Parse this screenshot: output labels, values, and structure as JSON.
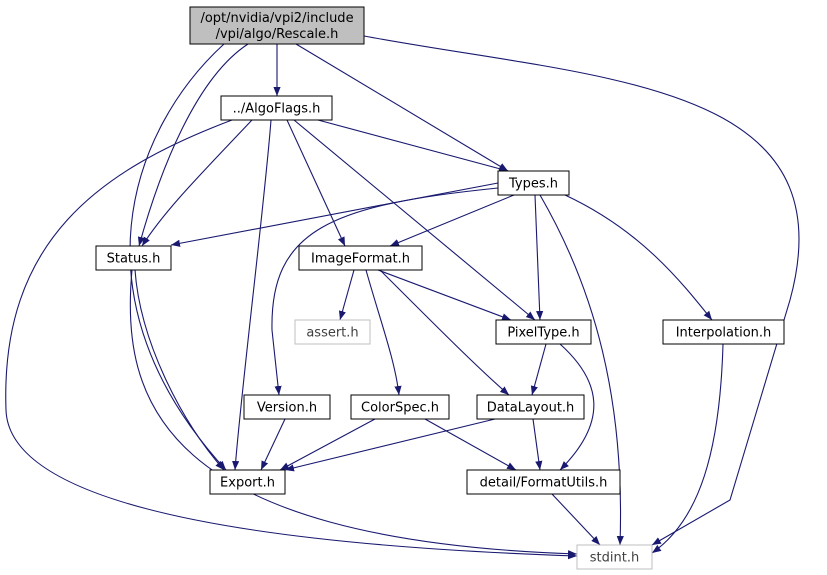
{
  "colors": {
    "edge": "#191970",
    "node_border": "#000000",
    "node_fill": "#ffffff",
    "root_fill": "#bfbfbf",
    "external_border": "#bfbfbf",
    "external_text": "#404040",
    "text": "#000000"
  },
  "nodes": {
    "rescale": {
      "lines": [
        "/opt/nvidia/vpi2/include",
        "/vpi/algo/Rescale.h"
      ],
      "kind": "root"
    },
    "algoflags": {
      "lines": [
        "../AlgoFlags.h"
      ],
      "kind": "normal"
    },
    "types": {
      "lines": [
        "Types.h"
      ],
      "kind": "normal"
    },
    "status": {
      "lines": [
        "Status.h"
      ],
      "kind": "normal"
    },
    "imageformat": {
      "lines": [
        "ImageFormat.h"
      ],
      "kind": "normal"
    },
    "assert": {
      "lines": [
        "assert.h"
      ],
      "kind": "external"
    },
    "pixeltype": {
      "lines": [
        "PixelType.h"
      ],
      "kind": "normal"
    },
    "interpolation": {
      "lines": [
        "Interpolation.h"
      ],
      "kind": "normal"
    },
    "version": {
      "lines": [
        "Version.h"
      ],
      "kind": "normal"
    },
    "colorspec": {
      "lines": [
        "ColorSpec.h"
      ],
      "kind": "normal"
    },
    "datalayout": {
      "lines": [
        "DataLayout.h"
      ],
      "kind": "normal"
    },
    "export": {
      "lines": [
        "Export.h"
      ],
      "kind": "normal"
    },
    "formatutils": {
      "lines": [
        "detail/FormatUtils.h"
      ],
      "kind": "normal"
    },
    "stdint": {
      "lines": [
        "stdint.h"
      ],
      "kind": "external"
    }
  },
  "edges": [
    [
      "rescale",
      "algoflags"
    ],
    [
      "rescale",
      "types"
    ],
    [
      "rescale",
      "status"
    ],
    [
      "rescale",
      "export"
    ],
    [
      "rescale",
      "stdint"
    ],
    [
      "algoflags",
      "types"
    ],
    [
      "algoflags",
      "status"
    ],
    [
      "algoflags",
      "imageformat"
    ],
    [
      "algoflags",
      "pixeltype"
    ],
    [
      "algoflags",
      "export"
    ],
    [
      "algoflags",
      "stdint"
    ],
    [
      "types",
      "status"
    ],
    [
      "types",
      "imageformat"
    ],
    [
      "types",
      "pixeltype"
    ],
    [
      "types",
      "interpolation"
    ],
    [
      "types",
      "version"
    ],
    [
      "types",
      "stdint"
    ],
    [
      "status",
      "export"
    ],
    [
      "status",
      "stdint"
    ],
    [
      "imageformat",
      "assert"
    ],
    [
      "imageformat",
      "pixeltype"
    ],
    [
      "imageformat",
      "colorspec"
    ],
    [
      "imageformat",
      "datalayout"
    ],
    [
      "pixeltype",
      "datalayout"
    ],
    [
      "pixeltype",
      "formatutils"
    ],
    [
      "interpolation",
      "stdint"
    ],
    [
      "version",
      "export"
    ],
    [
      "colorspec",
      "export"
    ],
    [
      "colorspec",
      "formatutils"
    ],
    [
      "datalayout",
      "export"
    ],
    [
      "datalayout",
      "formatutils"
    ],
    [
      "formatutils",
      "stdint"
    ]
  ]
}
